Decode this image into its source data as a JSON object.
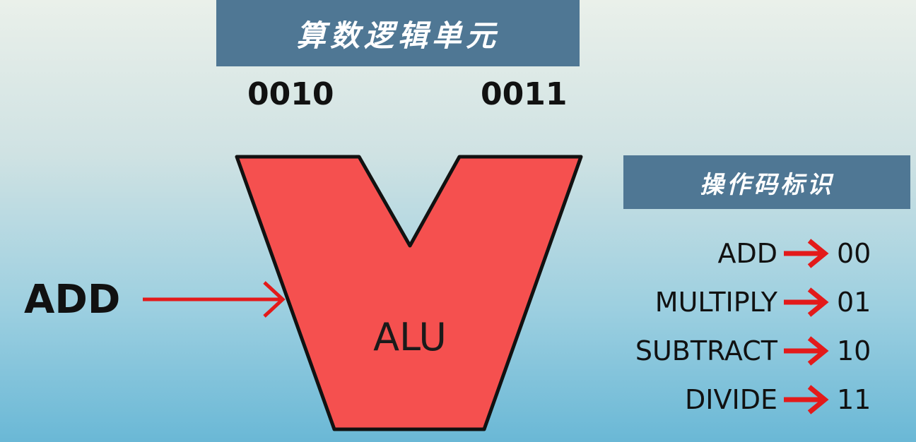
{
  "title": "算数逻辑单元",
  "inputs": {
    "a": "0010",
    "b": "0011"
  },
  "alu": {
    "label": "ALU",
    "fill_color": "#f5504f"
  },
  "operation_input": "ADD",
  "opcode_table": {
    "title": "操作码标识",
    "rows": [
      {
        "name": "ADD",
        "code": "00"
      },
      {
        "name": "MULTIPLY",
        "code": "01"
      },
      {
        "name": "SUBTRACT",
        "code": "10"
      },
      {
        "name": "DIVIDE",
        "code": "11"
      }
    ]
  },
  "colors": {
    "banner": "#4f7794",
    "arrow": "#e31a1a"
  }
}
